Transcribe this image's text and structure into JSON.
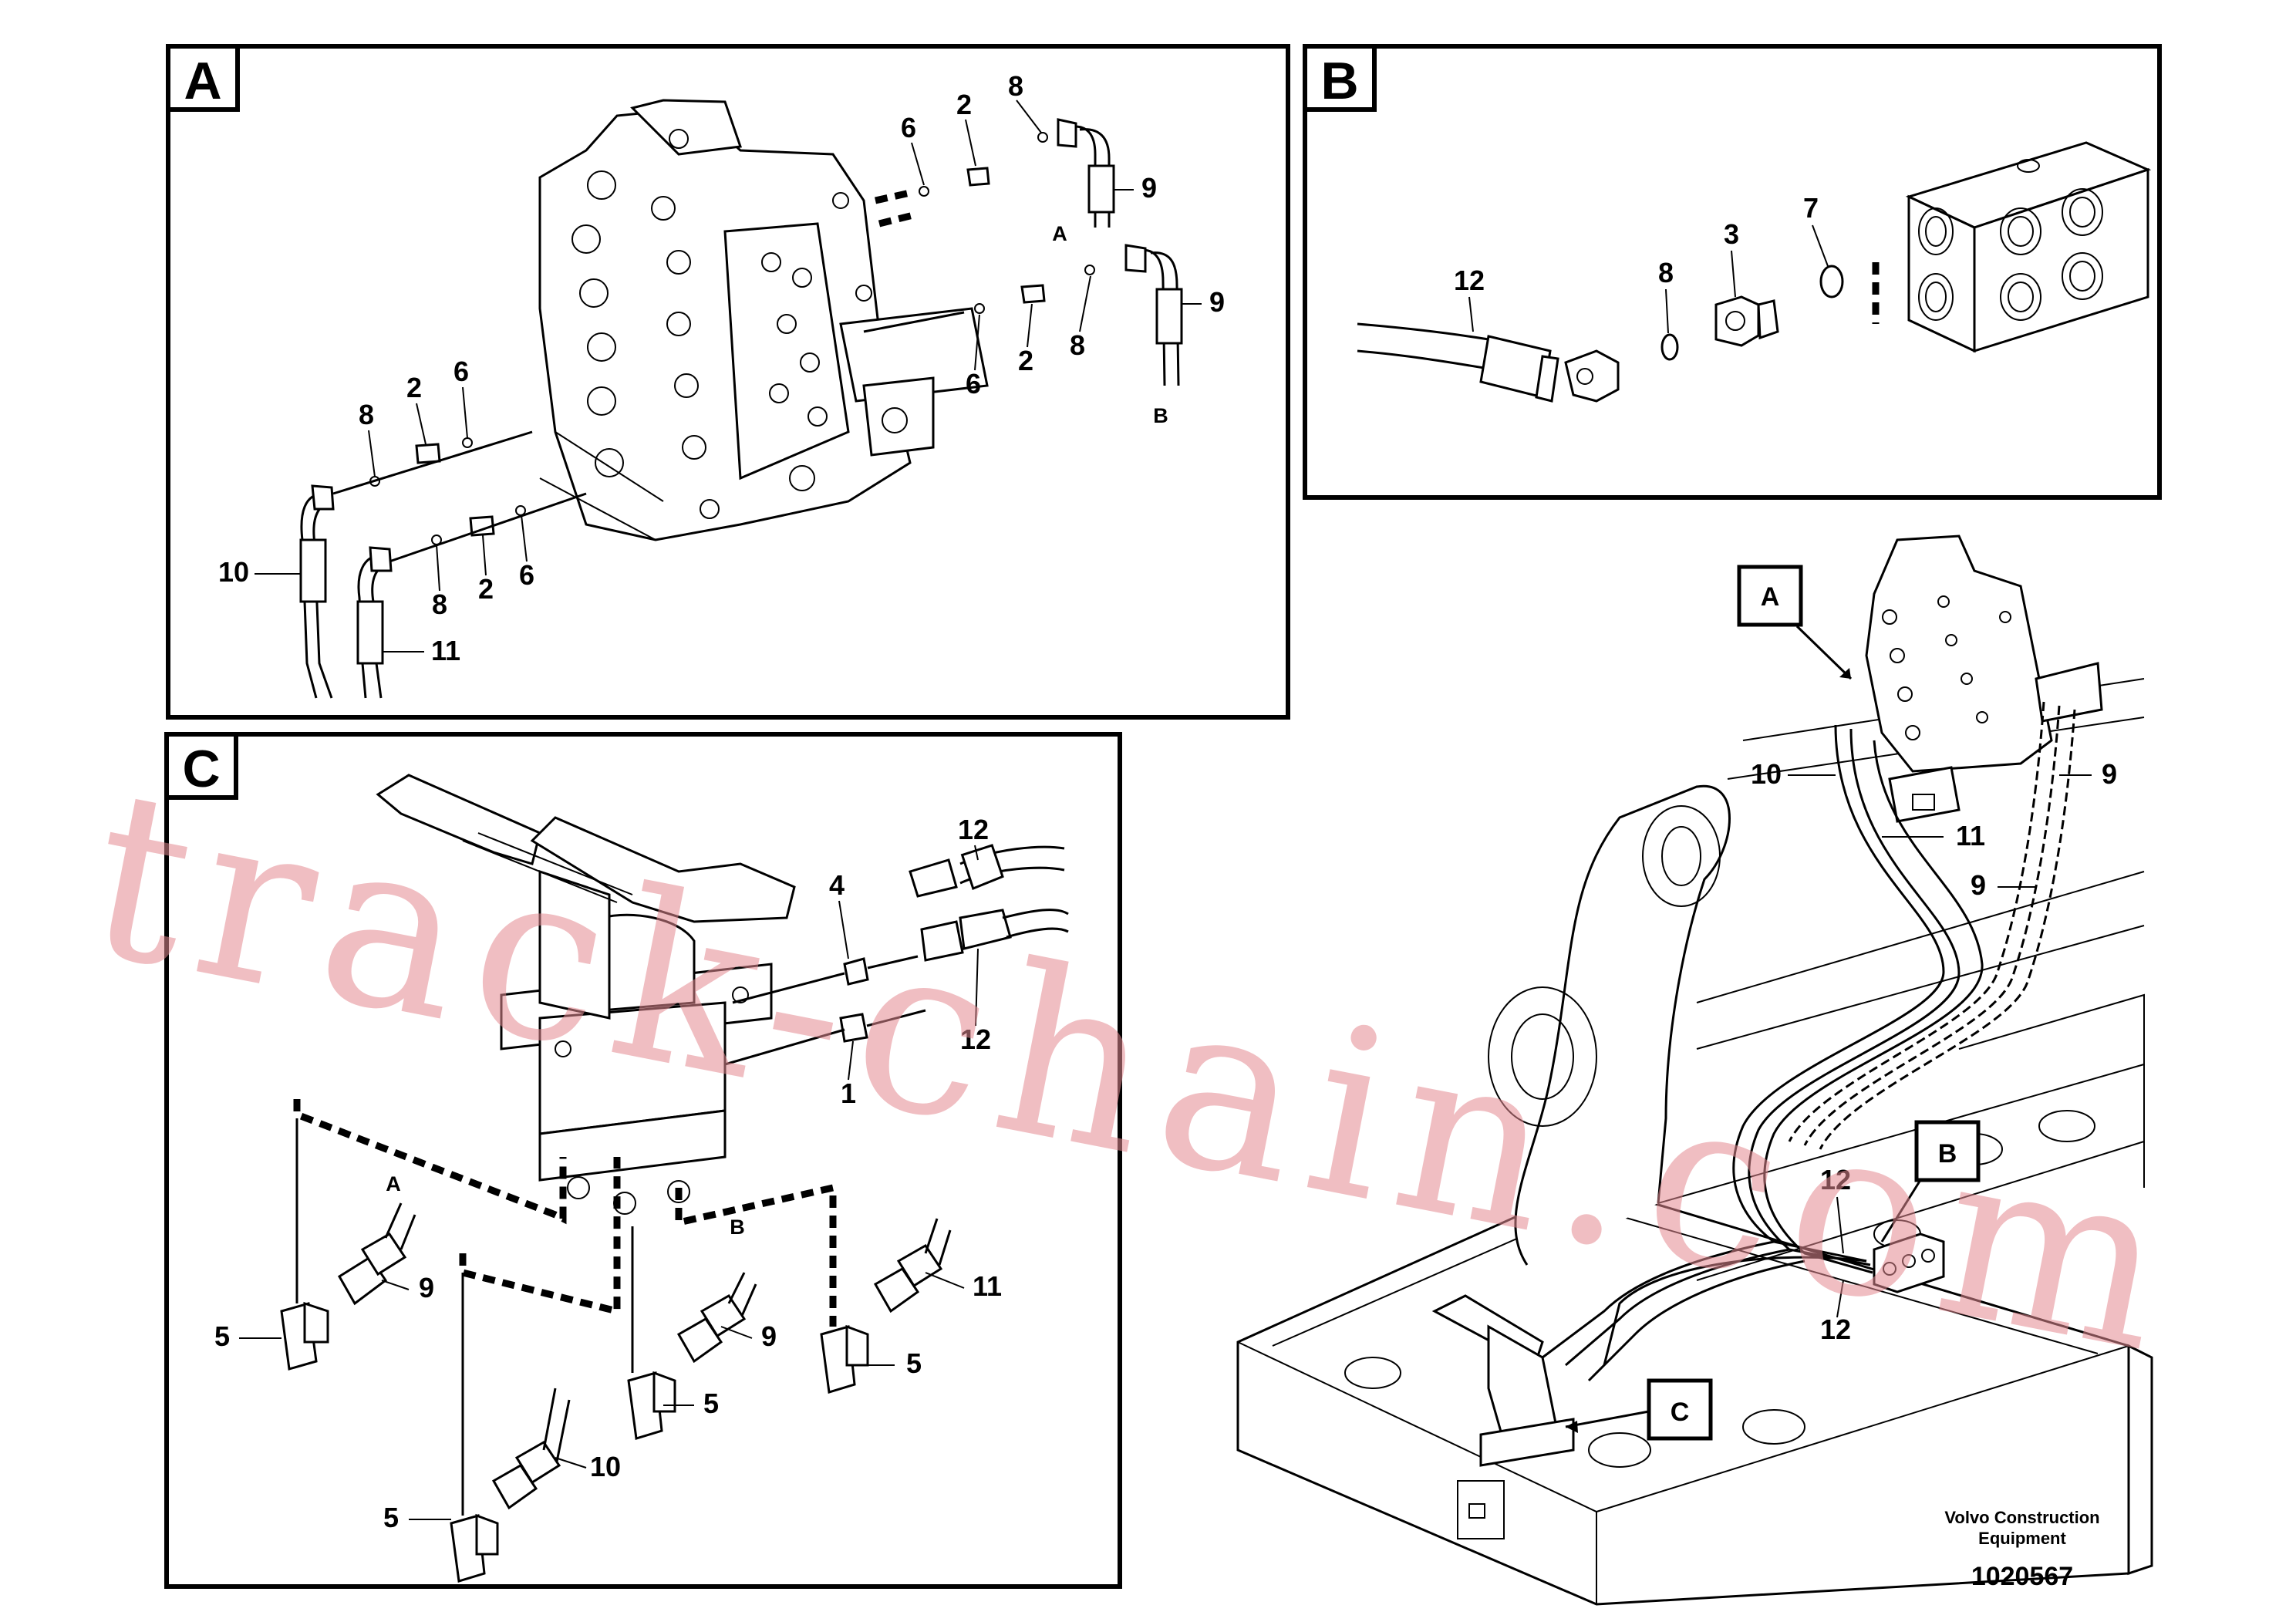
{
  "panels": {
    "A": {
      "label": "A"
    },
    "B": {
      "label": "B"
    },
    "C": {
      "label": "C"
    }
  },
  "callouts": {
    "A": {
      "n6a": "6",
      "n2a": "2",
      "n8a": "8",
      "n9a": "9",
      "pa": "A",
      "n9b": "9",
      "n8b": "8",
      "n2b": "2",
      "n6b": "6",
      "pb": "B",
      "n8c": "8",
      "n2c": "2",
      "n6c": "6",
      "n10": "10",
      "n8d": "8",
      "n2d": "2",
      "n6d": "6",
      "n11": "11"
    },
    "B": {
      "n12": "12",
      "n8": "8",
      "n3": "3",
      "n7": "7"
    },
    "C": {
      "n12a": "12",
      "n4": "4",
      "n12b": "12",
      "n1": "1",
      "pa": "A",
      "pb": "B",
      "n9a": "9",
      "n5a": "5",
      "n9b": "9",
      "n5b": "5",
      "n11": "11",
      "n5c": "5",
      "n10": "10",
      "n5d": "5"
    },
    "overview": {
      "n10": "10",
      "n9a": "9",
      "n11": "11",
      "n9b": "9",
      "n12a": "12",
      "n12b": "12"
    }
  },
  "overview_markers": {
    "A": "A",
    "B": "B",
    "C": "C"
  },
  "footer": {
    "company_line1": "Volvo Construction",
    "company_line2": "Equipment",
    "drawing_number": "1020567"
  },
  "watermark": "track-chain.com"
}
